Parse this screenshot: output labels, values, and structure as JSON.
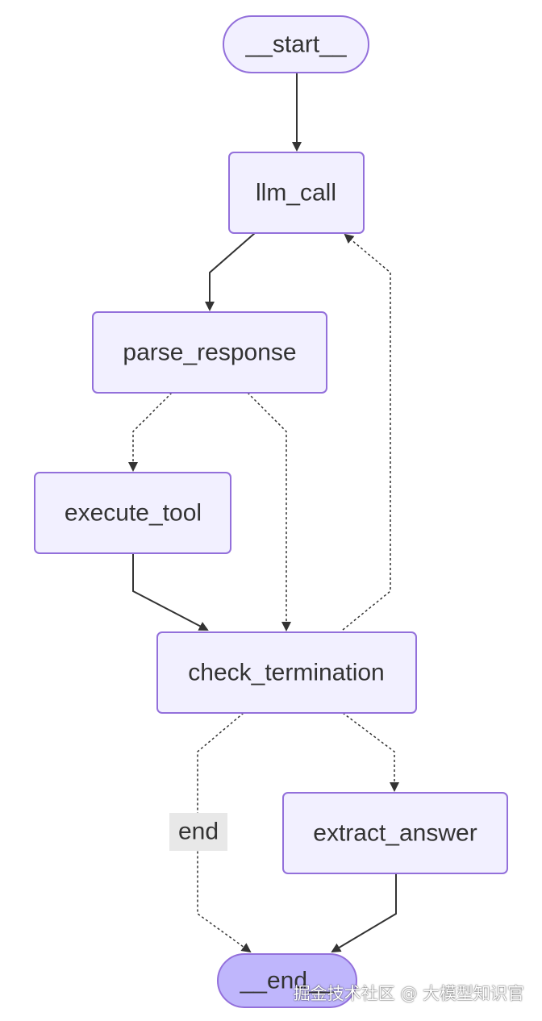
{
  "nodes": {
    "start": "__start__",
    "llm_call": "llm_call",
    "parse_response": "parse_response",
    "execute_tool": "execute_tool",
    "check_termination": "check_termination",
    "extract_answer": "extract_answer",
    "end": "__end__"
  },
  "edges": [
    {
      "from": "__start__",
      "to": "llm_call",
      "style": "solid"
    },
    {
      "from": "llm_call",
      "to": "parse_response",
      "style": "solid"
    },
    {
      "from": "parse_response",
      "to": "execute_tool",
      "style": "dashed"
    },
    {
      "from": "parse_response",
      "to": "check_termination",
      "style": "dashed"
    },
    {
      "from": "execute_tool",
      "to": "check_termination",
      "style": "solid"
    },
    {
      "from": "check_termination",
      "to": "llm_call",
      "style": "dashed"
    },
    {
      "from": "check_termination",
      "to": "__end__",
      "style": "dashed",
      "label": "end"
    },
    {
      "from": "check_termination",
      "to": "extract_answer",
      "style": "dashed"
    },
    {
      "from": "extract_answer",
      "to": "__end__",
      "style": "solid"
    }
  ],
  "edge_labels": {
    "check_to_end": "end"
  },
  "colors": {
    "node_fill": "#f2f0ff",
    "node_border": "#9370db",
    "end_fill": "#bfb6fc",
    "edge": "#333333",
    "label_bg": "#e8e8e8"
  },
  "watermark": "掘金技术社区 @ 大模型知识官"
}
